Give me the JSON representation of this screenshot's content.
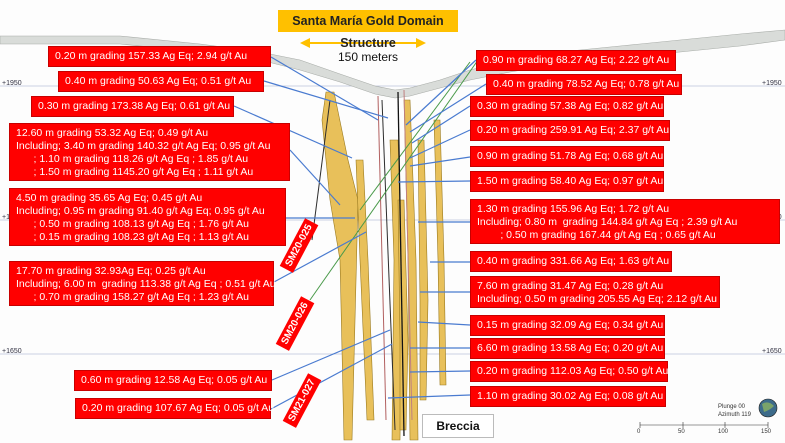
{
  "title": "Santa María Gold Domain Structure",
  "scale_label": "150 meters",
  "elevation_labels": {
    "upper": "+1950",
    "middle": "+1800",
    "lower": "+1650"
  },
  "drillholes": [
    "SM20-025",
    "SM20-026",
    "SM21-027"
  ],
  "breccia_label": "Breccia",
  "plunge": {
    "line1": "Plunge 00",
    "line2": "Azimuth 119"
  },
  "scale_ticks": [
    "0",
    "50",
    "100",
    "150"
  ],
  "left_intercepts": [
    "0.20 m grading 157.33 Ag Eq; 2.94 g/t Au",
    "0.40 m grading 50.63 Ag Eq; 0.51 g/t Au",
    "0.30 m grading 173.38 Ag Eq; 0.61 g/t Au",
    "12.60 m grading 53.32 Ag Eq; 0.49 g/t Au\nIncluding; 3.40 m grading 140.32 g/t Ag Eq; 0.95 g/t Au\n      ; 1.10 m grading 118.26 g/t Ag Eq ; 1.85 g/t Au\n      ; 1.50 m grading 1145.20 g/t Ag Eq ; 1.11 g/t Au",
    "4.50 m grading 35.65 Ag Eq; 0.45 g/t Au\nIncluding; 0.95 m grading 91.40 g/t Ag Eq; 0.95 g/t Au\n      ; 0.50 m grading 108.13 g/t Ag Eq ; 1.76 g/t Au\n      ; 0.15 m grading 108.23 g/t Ag Eq ; 1.13 g/t Au",
    "17.70 m grading 32.93Ag Eq; 0.25 g/t Au\nIncluding; 6.00 m  grading 113.38 g/t Ag Eq ; 0.51 g/t Au\n      ; 0.70 m grading 158.27 g/t Ag Eq ; 1.23 g/t Au",
    "0.60 m grading 12.58 Ag Eq; 0.05 g/t Au",
    "0.20 m grading 107.67 Ag Eq; 0.05 g/t Au"
  ],
  "right_intercepts": [
    "0.90 m grading 68.27 Ag Eq; 2.22 g/t Au",
    "0.40 m grading 78.52 Ag Eq; 0.78 g/t Au",
    "0.30 m grading 57.38 Ag Eq; 0.82 g/t Au",
    "0.20 m grading 259.91 Ag Eq; 2.37 g/t Au",
    "0.90 m grading 51.78 Ag Eq; 0.68 g/t Au",
    "1.50 m grading 58.40 Ag Eq; 0.97 g/t Au",
    "1.30 m grading 155.96 Ag Eq; 1.72 g/t Au\nIncluding; 0.80 m  grading 144.84 g/t Ag Eq ; 2.39 g/t Au\n        ; 0.50 m grading 167.44 g/t Ag Eq ; 0.65 g/t Au",
    "0.40 m grading 331.66 Ag Eq; 1.63 g/t Au",
    "7.60 m grading 31.47 Ag Eq; 0.28 g/t Au\nIncluding; 0.50 m grading 205.55 Ag Eq; 2.12 g/t Au",
    "0.15 m grading 32.09 Ag Eq; 0.34 g/t Au",
    "6.60 m grading 13.58 Ag Eq; 0.20 g/t Au",
    "0.20 m grading 112.03 Ag Eq; 0.50 g/t Au",
    "1.10 m grading 30.02 Ag Eq; 0.08 g/t Au"
  ],
  "colors": {
    "label_bg": "#ff0000",
    "title_bg": "#ffc000",
    "vein_fill": "#e8c05a",
    "arrow": "#4a7bd0"
  }
}
